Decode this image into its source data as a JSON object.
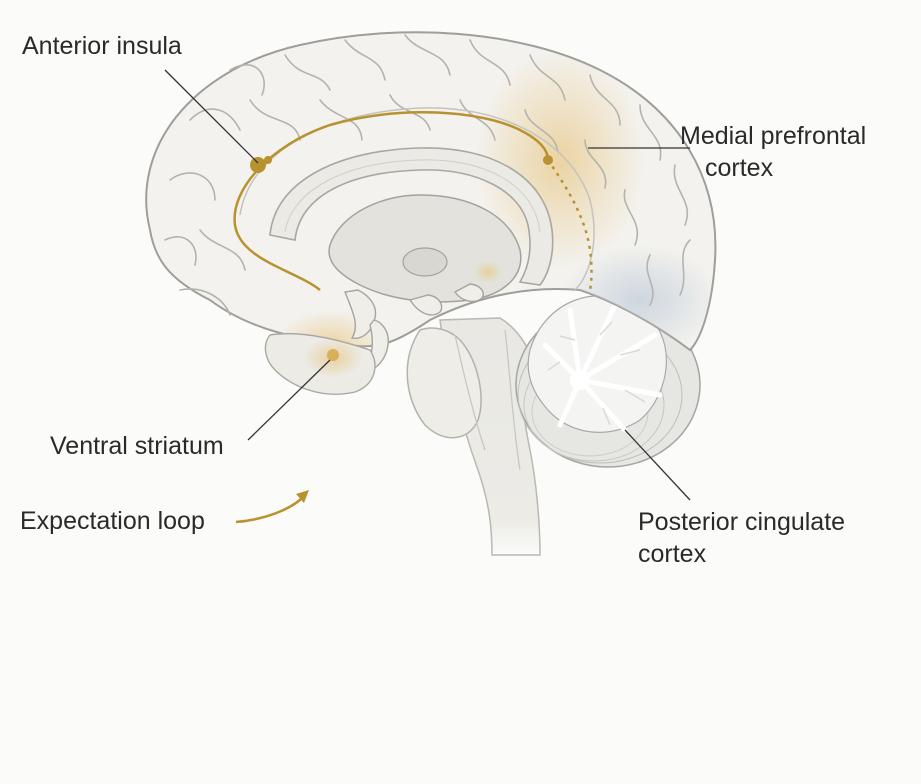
{
  "labels": {
    "anterior_insula": "Anterior insula",
    "medial_prefrontal": [
      "Medial prefrontal",
      "cortex"
    ],
    "ventral_striatum": "Ventral striatum",
    "expectation_loop": "Expectation loop",
    "posterior_cingulate": [
      "Posterior cingulate",
      "cortex"
    ]
  },
  "colors": {
    "background": "#fbfbf9",
    "loop_path": "#b8922f",
    "highlight_warm": "#e8c98a",
    "highlight_cool": "#c3cedb",
    "brain_fill": "#f1f0ec",
    "outline": "#a9a8a2",
    "leader_line": "#333333"
  }
}
